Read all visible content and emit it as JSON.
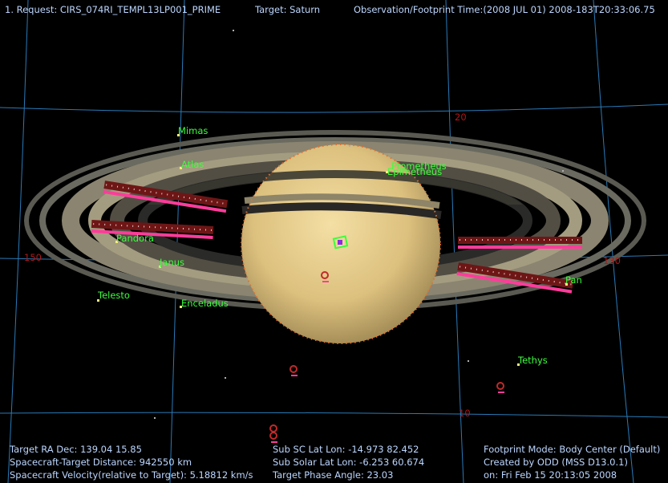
{
  "header": {
    "request": "1. Request: CIRS_074RI_TEMPL13LP001_PRIME",
    "target": "Target: Saturn",
    "obs_time": "Observation/Footprint Time:(2008 JUL 01) 2008-183T20:33:06.75"
  },
  "grid_labels": {
    "lat20": "20",
    "lat10": "10",
    "lon150": "150",
    "lon130": "130"
  },
  "moons": {
    "mimas": "Mimas",
    "atlas": "Atlas",
    "pandora": "Pandora",
    "janus": "Janus",
    "telesto": "Telesto",
    "enceladus": "Enceladus",
    "prometheus1": "Prometheus",
    "prometheus2": "Epimetheus",
    "pan": "Pan",
    "tethys": "Tethys"
  },
  "footer_left": {
    "ra_dec": "Target RA Dec: 139.04  15.85",
    "distance": "Spacecraft-Target Distance:  942550 km",
    "velocity": "Spacecraft Velocity(relative to Target): 5.18812 km/s"
  },
  "footer_mid": {
    "sub_sc": "Sub SC Lat Lon: -14.973  82.452",
    "sub_solar": "Sub Solar Lat Lon: -6.253  60.674",
    "phase": "Target Phase Angle: 23.03"
  },
  "footer_right": {
    "mode": "Footprint Mode: Body Center (Default)",
    "created": "Created by ODD (MSS D13.0.1)",
    "on": "on: Fri Feb 15 20:13:05 2008"
  },
  "colors": {
    "grid": "#2a7ab8",
    "moon_label": "#3cff3c",
    "footprint": "#ff3c9a",
    "footprint_dark": "#7a1a1a"
  }
}
